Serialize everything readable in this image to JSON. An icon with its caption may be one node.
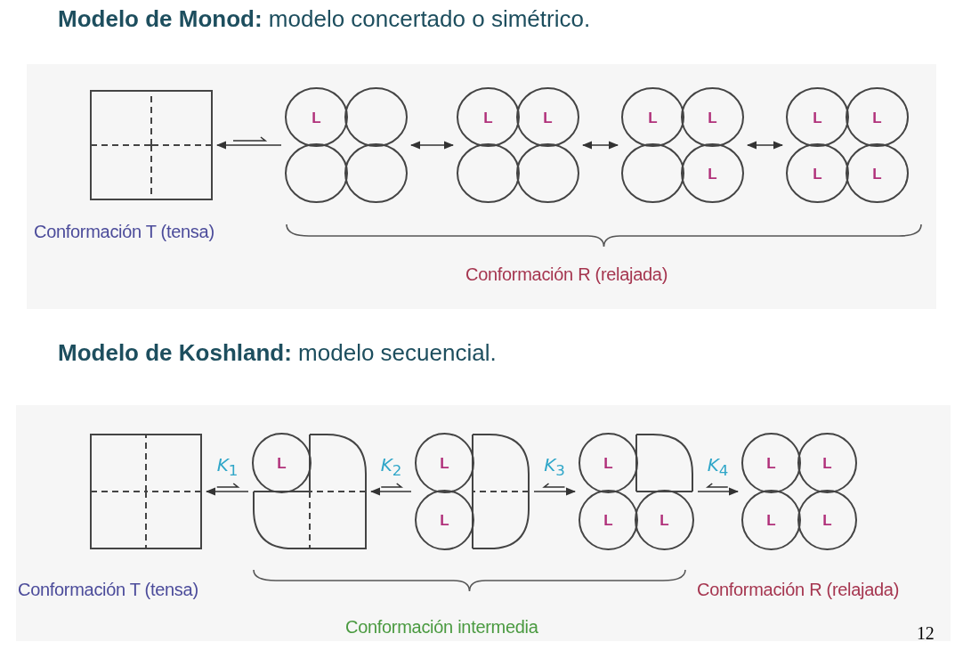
{
  "diagram": {
    "nodes": [
      {
        "text": [],
        "shape": "box"
      },
      {
        "text": [
          "L"
        ]
      },
      {
        "text": [
          "L",
          "L"
        ]
      },
      {
        "text": [
          "L",
          "L",
          "L"
        ]
      },
      {
        "text": [
          "L",
          "L",
          "L",
          "L"
        ]
      },
      {
        "text": [],
        "shape": "box"
      },
      {
        "text": [
          "L"
        ]
      },
      {
        "text": [
          "L",
          "L"
        ]
      },
      {
        "text": [
          "L",
          "L",
          "L"
        ]
      },
      {
        "text": [
          "L",
          "L",
          "L",
          "L"
        ]
      }
    ],
    "edges": [
      {
        "from": 1,
        "to": 0,
        "arrow": "to"
      },
      {
        "from": 1,
        "to": 2,
        "arrow": "both"
      },
      {
        "from": 2,
        "to": 3,
        "arrow": "both"
      },
      {
        "from": 3,
        "to": 4,
        "arrow": "both"
      },
      {
        "from": 6,
        "to": 5,
        "arrow": "to",
        "label": "*K*$_{1}$"
      },
      {
        "from": 7,
        "to": 6,
        "arrow": "to",
        "label": "*K*$_{2}$"
      },
      {
        "from": 7,
        "to": 8,
        "arrow": "to",
        "label": "*K*$_{3}$"
      },
      {
        "from": 8,
        "to": 9,
        "arrow": "to",
        "label": "*K*$_{4}$"
      }
    ],
    "labels": [
      "**Modelo de Monod:** modelo concertado o simétrico.",
      "Conformación T (tensa)",
      "Conformación R (relajada)",
      "**Modelo de Koshland:** modelo secuencial.",
      "Conformación T (tensa)",
      "Conformación R (relajada)",
      "Conformación intermedia",
      "12"
    ]
  }
}
